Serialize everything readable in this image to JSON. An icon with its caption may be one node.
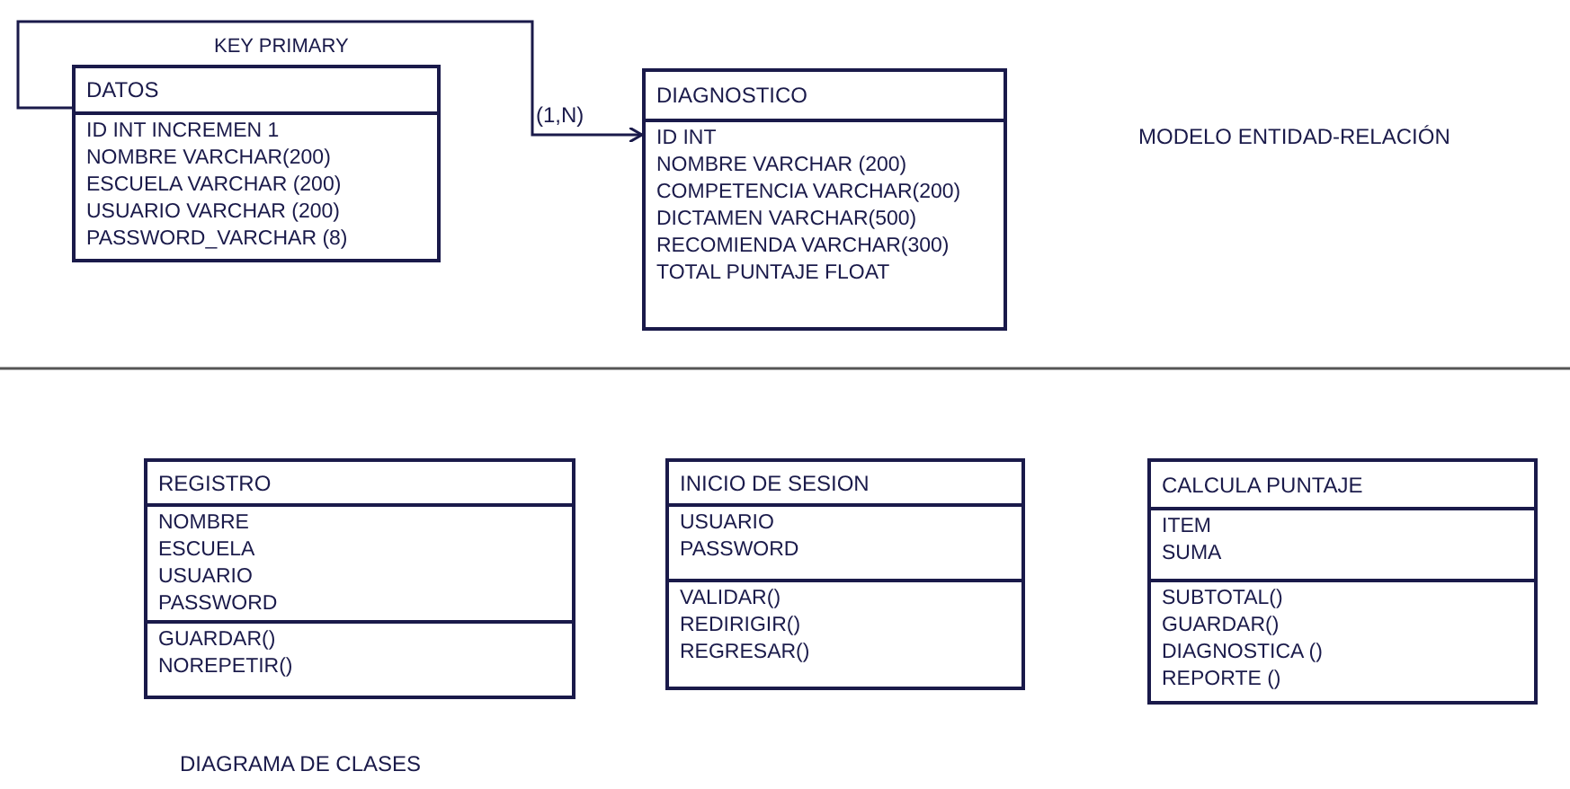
{
  "diagram": {
    "nodes": [
      {
        "text": [
          "DATOS"
        ]
      },
      {
        "text": [
          "ID INT INCREMEN 1",
          "NOMBRE VARCHAR(200)",
          "ESCUELA VARCHAR (200)",
          "USUARIO VARCHAR (200)",
          "PASSWORD_VARCHAR (8)"
        ],
        "in": 0
      },
      {
        "text": [
          "DIAGNOSTICO"
        ]
      },
      {
        "text": [
          "ID INT",
          "NOMBRE VARCHAR (200)",
          "COMPETENCIA VARCHAR(200)",
          "DICTAMEN VARCHAR(500)",
          "RECOMIENDA VARCHAR(300)",
          "TOTAL PUNTAJE FLOAT"
        ],
        "in": 2
      },
      {
        "text": [
          "REGISTRO"
        ]
      },
      {
        "text": [
          "NOMBRE",
          "ESCUELA",
          "USUARIO",
          "PASSWORD"
        ],
        "in": 4
      },
      {
        "text": [
          "GUARDAR()",
          "NOREPETIR()"
        ],
        "in": 4
      },
      {
        "text": [
          "INICIO DE SESION"
        ]
      },
      {
        "text": [
          "USUARIO",
          "PASSWORD"
        ],
        "in": 7
      },
      {
        "text": [
          "VALIDAR()",
          "REDIRIGIR()",
          "REGRESAR()"
        ],
        "in": 7
      },
      {
        "text": [
          "CALCULA PUNTAJE"
        ]
      },
      {
        "text": [
          "ITEM",
          "SUMA"
        ],
        "in": 10
      },
      {
        "text": [
          "SUBTOTAL()",
          "GUARDAR()",
          "DIAGNOSTICA ()",
          "REPORTE ()"
        ],
        "in": 10
      }
    ],
    "edges": [
      {
        "from": 0,
        "to": 2,
        "arrow": "to",
        "label": "KEY PRIMARY"
      }
    ],
    "labels": [
      "(1,N)",
      "MODELO ENTIDAD-RELACIÓN",
      "DIAGRAMA DE CLASES"
    ]
  }
}
